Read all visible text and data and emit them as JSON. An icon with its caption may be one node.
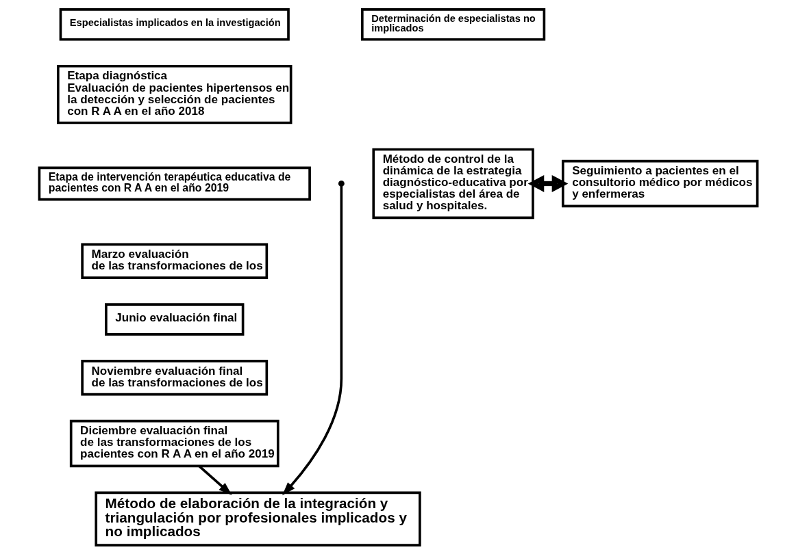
{
  "diagram": {
    "nodes": [
      {
        "text": [
          "Especialistas implicados en la investigación"
        ]
      },
      {
        "text": [
          "Determinación de especialistas no implicados"
        ]
      },
      {
        "text": [
          "Etapa diagnóstica",
          "Evaluación de pacientes hipertensos en la detección y selección de pacientes con R A A en el año 2018"
        ]
      },
      {
        "text": [
          "Etapa de intervención terapéutica educativa de pacientes con R A A en el año 2019"
        ]
      },
      {
        "text": [
          "Marzo evaluación",
          "de las transformaciones de los"
        ]
      },
      {
        "text": [
          "Junio evaluación final"
        ]
      },
      {
        "text": [
          "Noviembre evaluación final",
          "de las transformaciones de los"
        ]
      },
      {
        "text": [
          "Diciembre evaluación final",
          "de las transformaciones de los pacientes con R A A en el año 2019"
        ]
      },
      {
        "text": [
          "Método de elaboración de la integración y triangulación por profesionales implicados y no implicados"
        ]
      },
      {
        "text": [
          "Método de control de la dinámica de la estrategia diagnóstico-educativa por especialistas del área de salud y hospitales."
        ]
      },
      {
        "text": [
          "Seguimiento a pacientes en el consultorio médico por médicos y enfermeras"
        ]
      }
    ],
    "edges": [
      {
        "from": 7,
        "to": 8,
        "arrow": "to"
      },
      {
        "from": 9,
        "to": 10,
        "arrow": "both",
        "style": "thick"
      },
      {
        "from": null,
        "to": 8,
        "arrow": "to"
      }
    ]
  }
}
